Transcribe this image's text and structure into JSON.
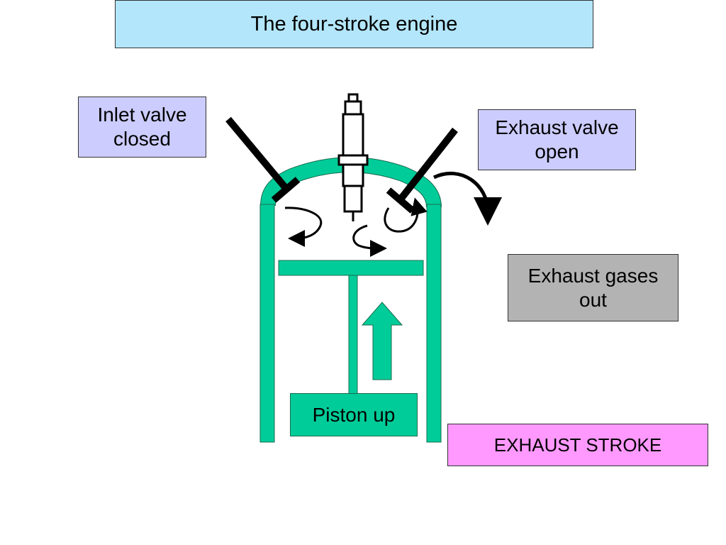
{
  "title": "The four-stroke engine",
  "labels": {
    "inlet_valve": "Inlet valve\nclosed",
    "exhaust_valve": "Exhaust valve\nopen",
    "exhaust_gases": "Exhaust gases\nout",
    "piston": "Piston up",
    "stroke": "EXHAUST STROKE"
  },
  "colors": {
    "title_bg": "#b3e6fa",
    "valve_label_bg": "#ccccff",
    "gases_bg": "#b3b3b3",
    "stroke_bg": "#ff99ff",
    "engine_green": "#00cc99",
    "valve_black": "#000000"
  }
}
